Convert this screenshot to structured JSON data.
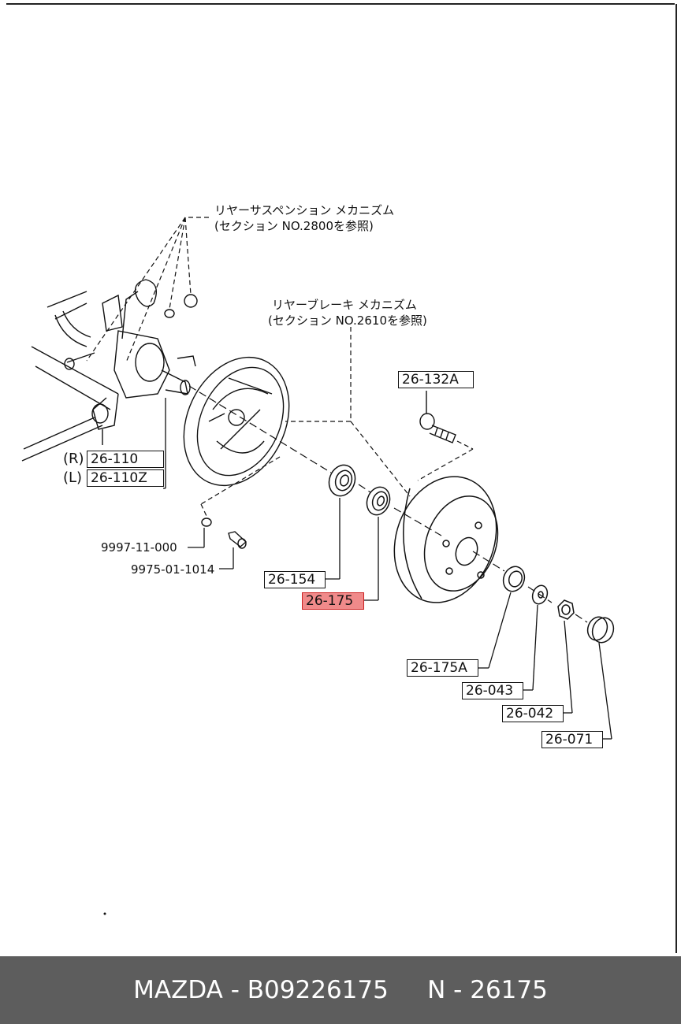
{
  "notes": {
    "suspension_line1": "リヤーサスペンション メカニズム",
    "suspension_line2": "(セクション NO.2800を参照)",
    "brake_line1": "リヤーブレーキ メカニズム",
    "brake_line2": "(セクション NO.2610を参照)"
  },
  "labels": {
    "knuckle_r_side": "(R)",
    "knuckle_r": "26-110",
    "knuckle_l_side": "(L)",
    "knuckle_l": "26-110Z",
    "bolt": "26-132A",
    "washer_small": "9997-11-000",
    "bolt_small": "9975-01-1014",
    "bearing_outer": "26-154",
    "bearing_inner": "26-175",
    "bearing_a": "26-175A",
    "washer": "26-043",
    "nut": "26-042",
    "cap": "26-071"
  },
  "footer": {
    "brand": "MAZDA",
    "sep1": " - ",
    "part_code": "B09226175",
    "gap": "     ",
    "ref_prefix": "N",
    "sep2": " - ",
    "ref_number": "26175"
  },
  "colors": {
    "highlight": "#f08a8a",
    "footer_bg": "#5d5d5d",
    "ink": "#111111"
  }
}
